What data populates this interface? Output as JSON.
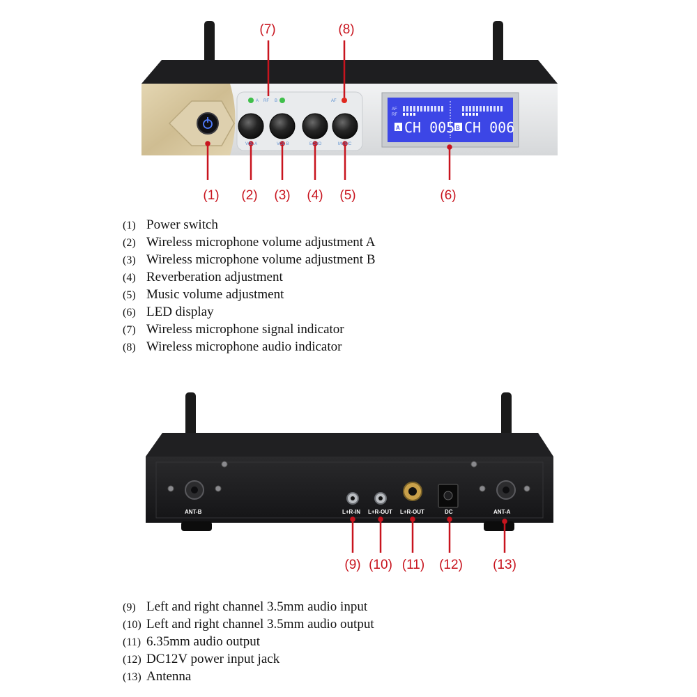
{
  "front_panel": {
    "callouts": [
      {
        "num": "(1)"
      },
      {
        "num": "(2)"
      },
      {
        "num": "(3)"
      },
      {
        "num": "(4)"
      },
      {
        "num": "(5)"
      },
      {
        "num": "(6)"
      },
      {
        "num": "(7)"
      },
      {
        "num": "(8)"
      }
    ],
    "panel_labels": {
      "rf_a": "A",
      "rf": "RF",
      "rf_b": "B",
      "af": "AF",
      "knob1": "VOL A",
      "knob2": "VOL B",
      "knob3": "ECHO",
      "knob4": "MUSIC"
    },
    "lcd": {
      "channel_a_tag": "A",
      "channel_a": "CH 005",
      "channel_b_tag": "B",
      "channel_b": "CH 006",
      "rf_label": "RF",
      "af_label": "AF"
    },
    "legend": [
      {
        "num": "(1)",
        "text": "Power switch"
      },
      {
        "num": "(2)",
        "text": "Wireless microphone volume adjustment A"
      },
      {
        "num": "(3)",
        "text": "Wireless microphone volume adjustment B"
      },
      {
        "num": "(4)",
        "text": "Reverberation adjustment"
      },
      {
        "num": "(5)",
        "text": "Music volume adjustment"
      },
      {
        "num": "(6)",
        "text": "LED display"
      },
      {
        "num": "(7)",
        "text": "Wireless microphone signal indicator"
      },
      {
        "num": "(8)",
        "text": "Wireless microphone audio indicator"
      }
    ]
  },
  "rear_panel": {
    "labels": {
      "ant_b": "ANT-B",
      "lr_in": "L+R-IN",
      "lr_out1": "L+R-OUT",
      "lr_out2": "L+R-OUT",
      "dc": "DC",
      "ant_a": "ANT-A"
    },
    "callouts": [
      {
        "num": "(9)"
      },
      {
        "num": "(10)"
      },
      {
        "num": "(11)"
      },
      {
        "num": "(12)"
      },
      {
        "num": "(13)"
      }
    ],
    "legend": [
      {
        "num": "(9)",
        "text": "Left and right channel 3.5mm audio input"
      },
      {
        "num": "(10)",
        "text": "Left and right channel 3.5mm audio output"
      },
      {
        "num": "(11)",
        "text": "6.35mm audio output"
      },
      {
        "num": "(12)",
        "text": "DC12V power input jack"
      },
      {
        "num": "(13)",
        "text": "Antenna"
      }
    ]
  },
  "colors": {
    "callout_red": "#c8141e",
    "lcd_blue": "#3c46e6",
    "body_dark": "#1c1c1e",
    "faceplate_gold": "#d8c8a2",
    "faceplate_silver": "#e6e8ea"
  }
}
